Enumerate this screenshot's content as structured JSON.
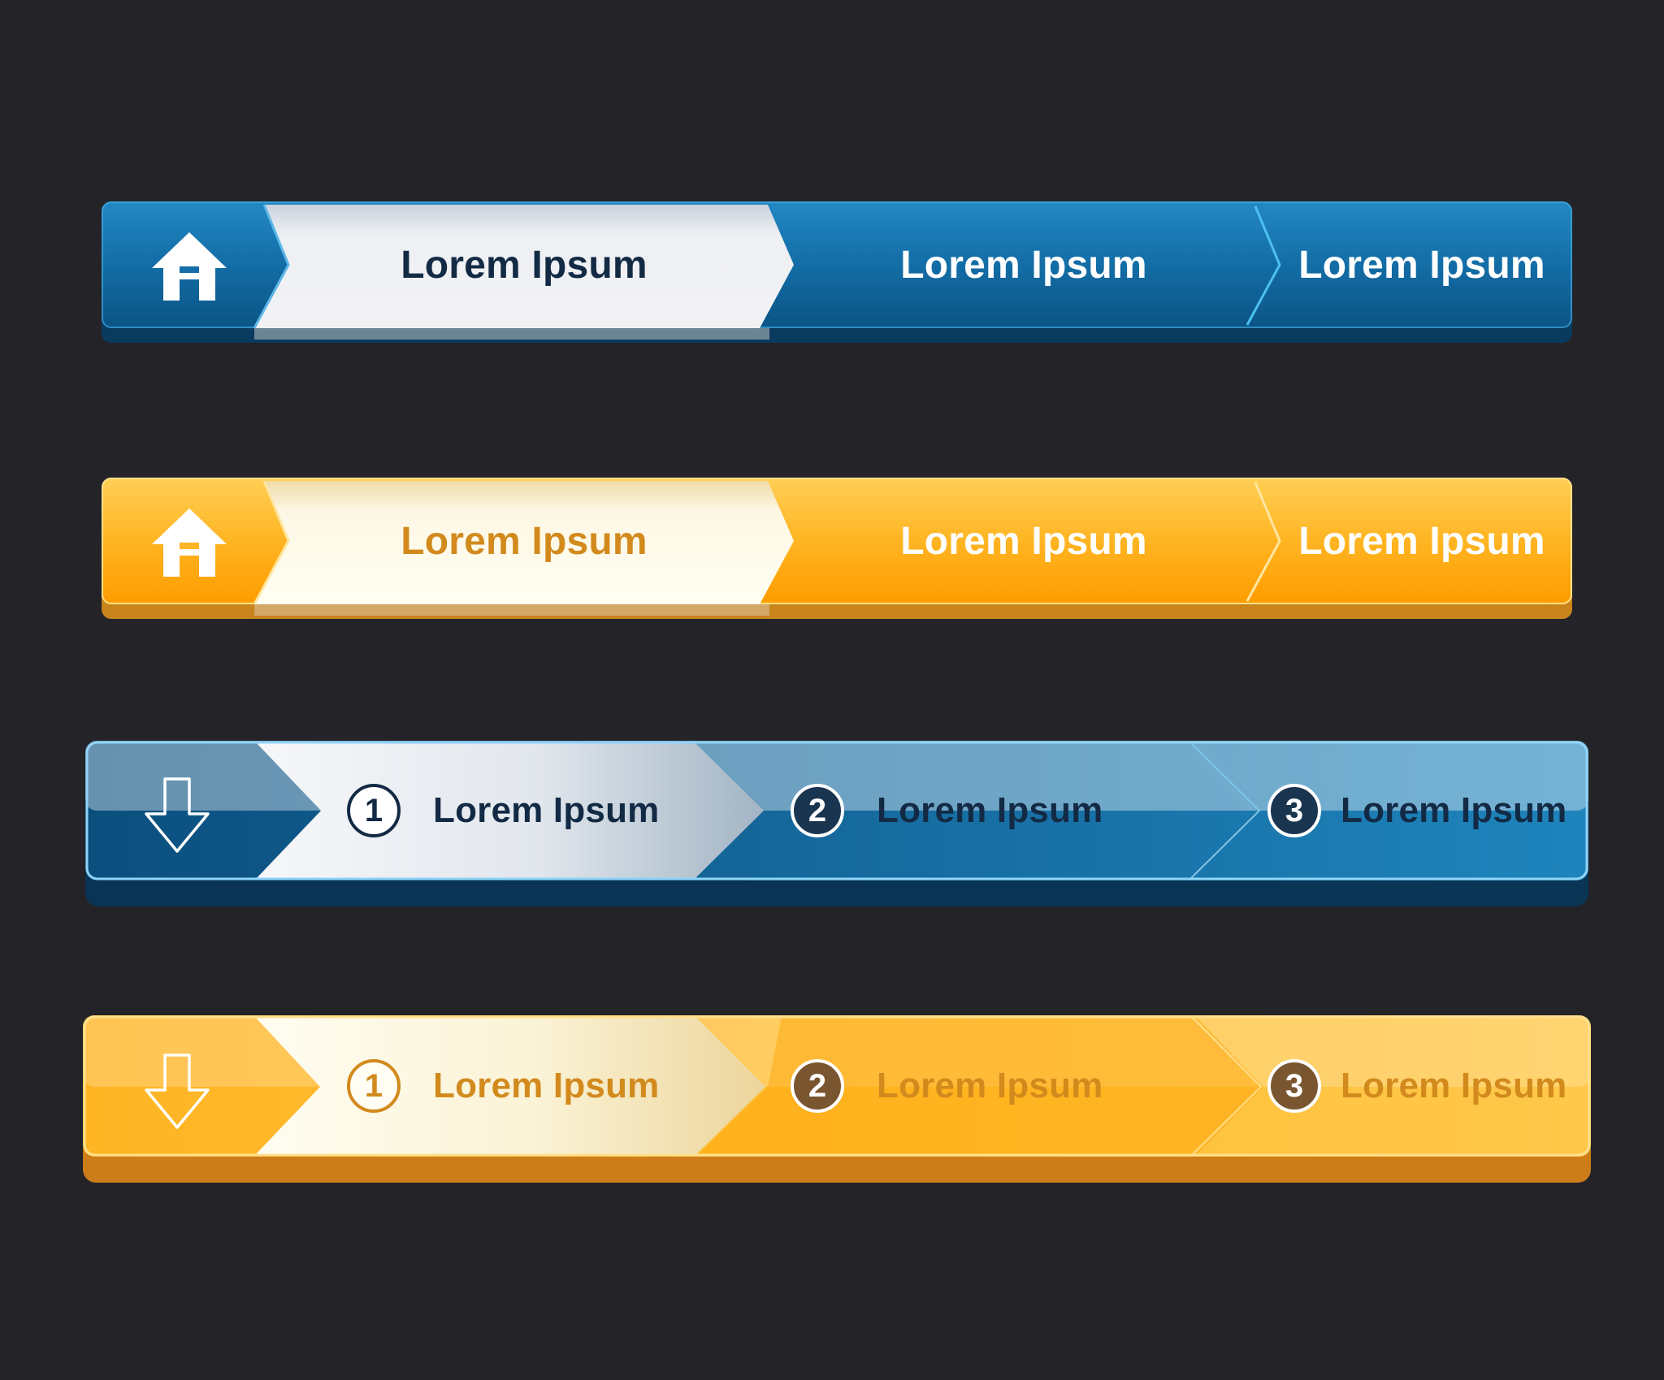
{
  "colors": {
    "background": "#232328",
    "blue_dark": "#0d5a8c",
    "blue_light": "#1f86c0",
    "orange_dark": "#ffa000",
    "orange_light": "#ffca4f",
    "navy_text": "#132a45",
    "gold_text": "#d28a1d"
  },
  "bars": [
    {
      "type": "breadcrumb",
      "theme": "blue",
      "icon": "home-icon",
      "items": [
        {
          "label": "Lorem Ipsum",
          "state": "active"
        },
        {
          "label": "Lorem Ipsum",
          "state": "normal"
        },
        {
          "label": "Lorem Ipsum",
          "state": "normal"
        }
      ]
    },
    {
      "type": "breadcrumb",
      "theme": "orange",
      "icon": "home-icon",
      "items": [
        {
          "label": "Lorem Ipsum",
          "state": "active"
        },
        {
          "label": "Lorem Ipsum",
          "state": "normal"
        },
        {
          "label": "Lorem Ipsum",
          "state": "normal"
        }
      ]
    },
    {
      "type": "steps",
      "theme": "blue",
      "icon": "arrow-down-icon",
      "items": [
        {
          "number": "1",
          "label": "Lorem Ipsum",
          "state": "active"
        },
        {
          "number": "2",
          "label": "Lorem Ipsum",
          "state": "normal"
        },
        {
          "number": "3",
          "label": "Lorem Ipsum",
          "state": "normal"
        }
      ]
    },
    {
      "type": "steps",
      "theme": "orange",
      "icon": "arrow-down-icon",
      "items": [
        {
          "number": "1",
          "label": "Lorem Ipsum",
          "state": "active"
        },
        {
          "number": "2",
          "label": "Lorem Ipsum",
          "state": "normal"
        },
        {
          "number": "3",
          "label": "Lorem Ipsum",
          "state": "normal"
        }
      ]
    }
  ]
}
